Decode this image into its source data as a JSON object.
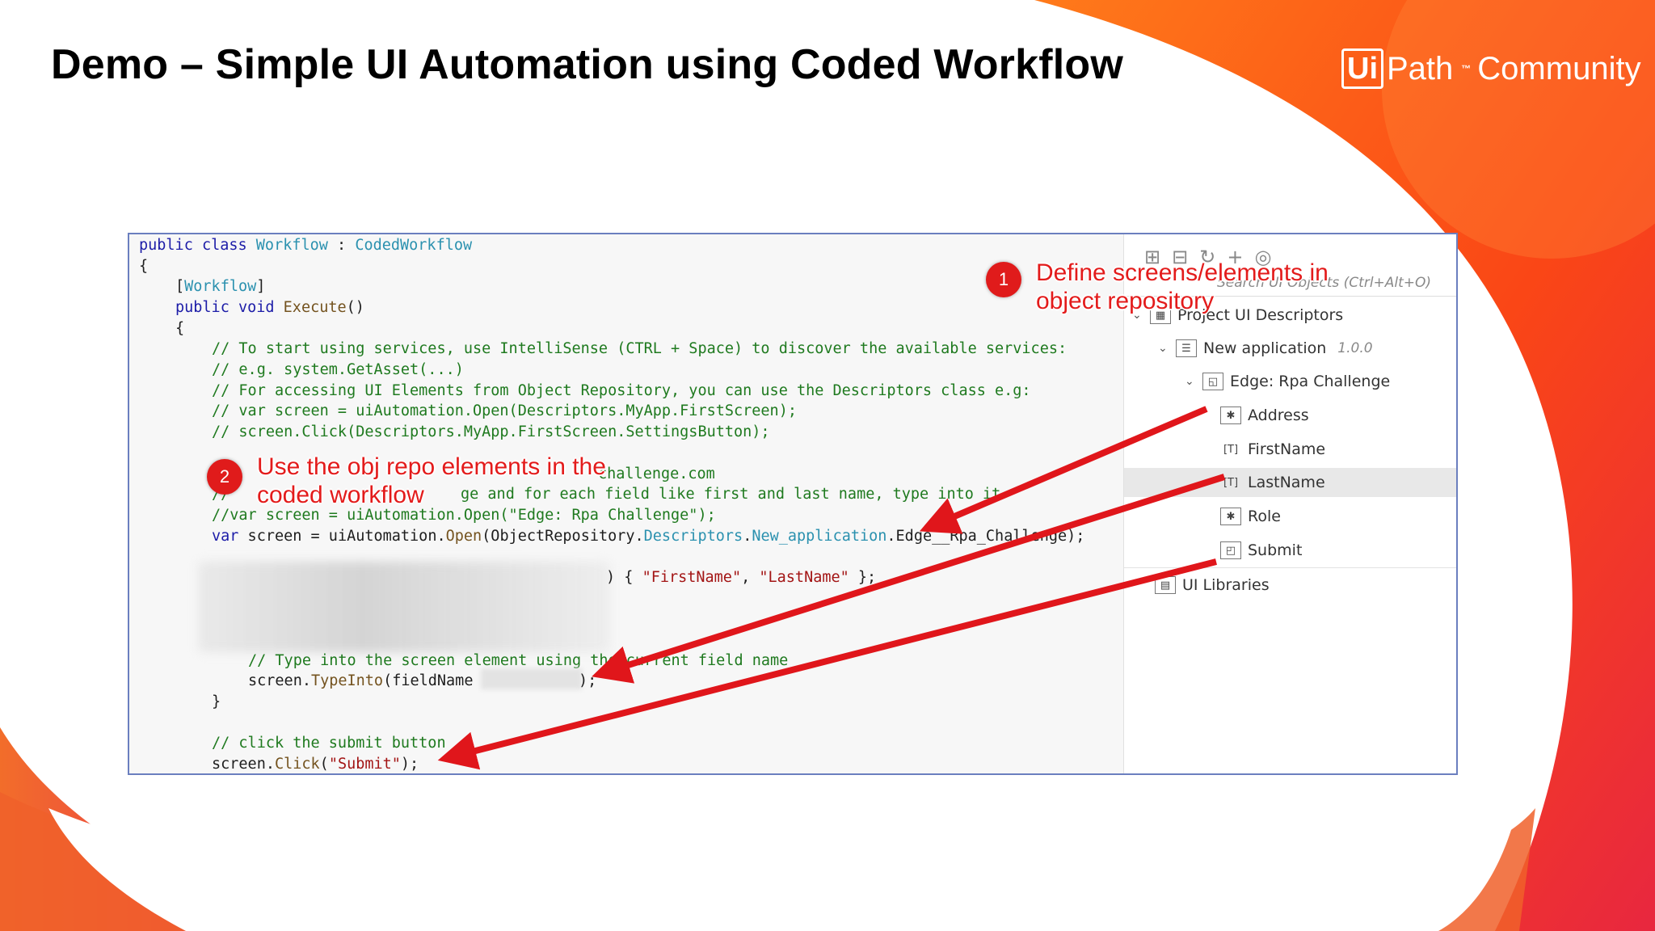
{
  "slide": {
    "title": "Demo – Simple UI Automation using Coded Workflow",
    "logo": {
      "ui": "Ui",
      "path": "Path",
      "tm": "™",
      "community": "Community"
    }
  },
  "code": {
    "lines": [
      "public class Workflow : CodedWorkflow",
      "{",
      "[Workflow]",
      "public void Execute()",
      "{",
      "// To start using services, use IntelliSense (CTRL + Space) to discover the available services:",
      "// e.g. system.GetAsset(...)",
      "// For accessing UI Elements from Object Repository, you can use the Descriptors class e.g:",
      "// var screen = uiAutomation.Open(Descriptors.MyApp.FirstScreen);",
      "// screen.Click(Descriptors.MyApp.FirstScreen.SettingsButton);",
      "challenge.com",
      "//",
      "ge and for each field like first and last name, type into it",
      "//var screen = uiAutomation.Open(\"Edge: Rpa Challenge\");",
      "var screen = uiAutomation.Open(ObjectRepository.Descriptors.New_application.Edge__Rpa_Challenge);",
      ") { \"FirstName\", \"LastName\" };",
      "// Type into the screen element using the current field name",
      "screen.TypeInto(fieldName",
      ");",
      "}",
      "// click the submit button",
      "screen.Click(\"Submit\");"
    ]
  },
  "panel": {
    "search_placeholder": "Search UI Objects (Ctrl+Alt+O)",
    "tree": [
      {
        "label": "Project UI Descriptors",
        "icon": "project-icon"
      },
      {
        "label": "New application",
        "version": "1.0.0",
        "icon": "application-icon"
      },
      {
        "label": "Edge: Rpa Challenge",
        "icon": "screen-icon"
      },
      {
        "label": "Address",
        "icon": "element-icon",
        "icon_text": "✱"
      },
      {
        "label": "FirstName",
        "icon": "text-element-icon",
        "icon_text": "[T]"
      },
      {
        "label": "LastName",
        "icon": "text-element-icon",
        "icon_text": "[T]"
      },
      {
        "label": "Role",
        "icon": "element-icon",
        "icon_text": "✱"
      },
      {
        "label": "Submit",
        "icon": "button-element-icon",
        "icon_text": "◰"
      },
      {
        "label": "UI Libraries",
        "icon": "libraries-icon"
      }
    ]
  },
  "annotations": [
    {
      "number": "1",
      "text_line1": "Define screens/elements in",
      "text_line2": "object repository"
    },
    {
      "number": "2",
      "text_line1": "Use the obj repo elements in the",
      "text_line2": "coded workflow"
    }
  ],
  "colors": {
    "accent_red": "#e01b1b",
    "bg_orange": "#fa4616",
    "bg_pink": "#e8275a"
  }
}
